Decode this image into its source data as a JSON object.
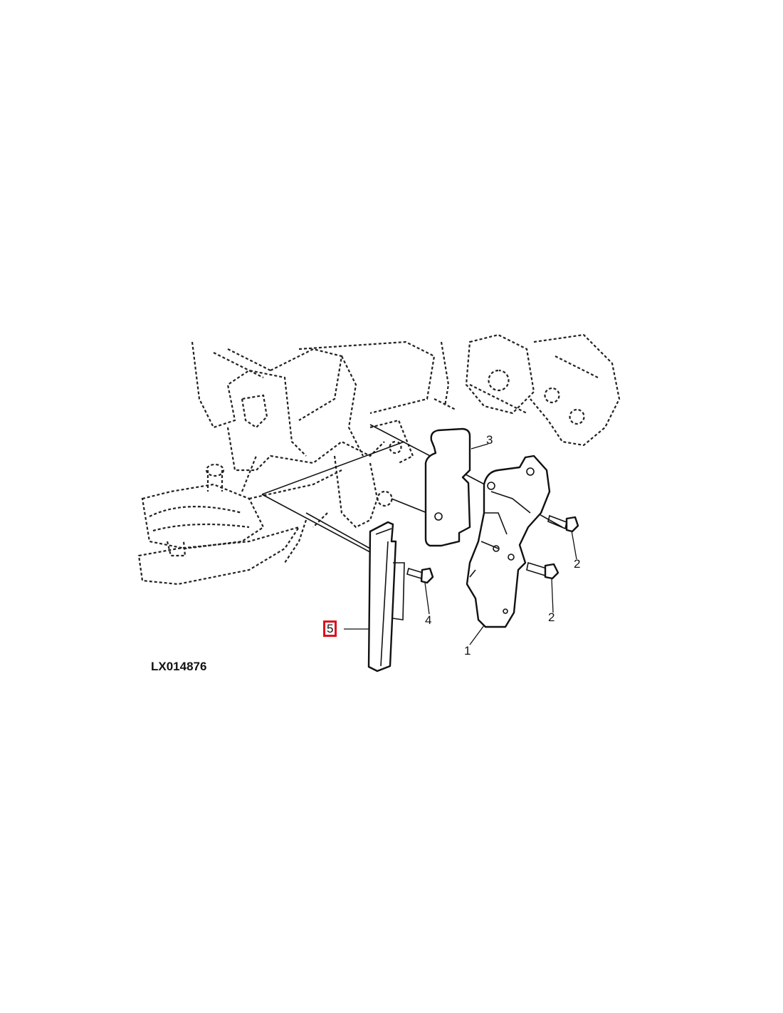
{
  "figure_id": "LX014876",
  "callouts": {
    "part1": "1",
    "part2a": "2",
    "part2b": "2",
    "part3": "3",
    "part4": "4",
    "part5": "5"
  },
  "highlight_color": "#e0101c"
}
